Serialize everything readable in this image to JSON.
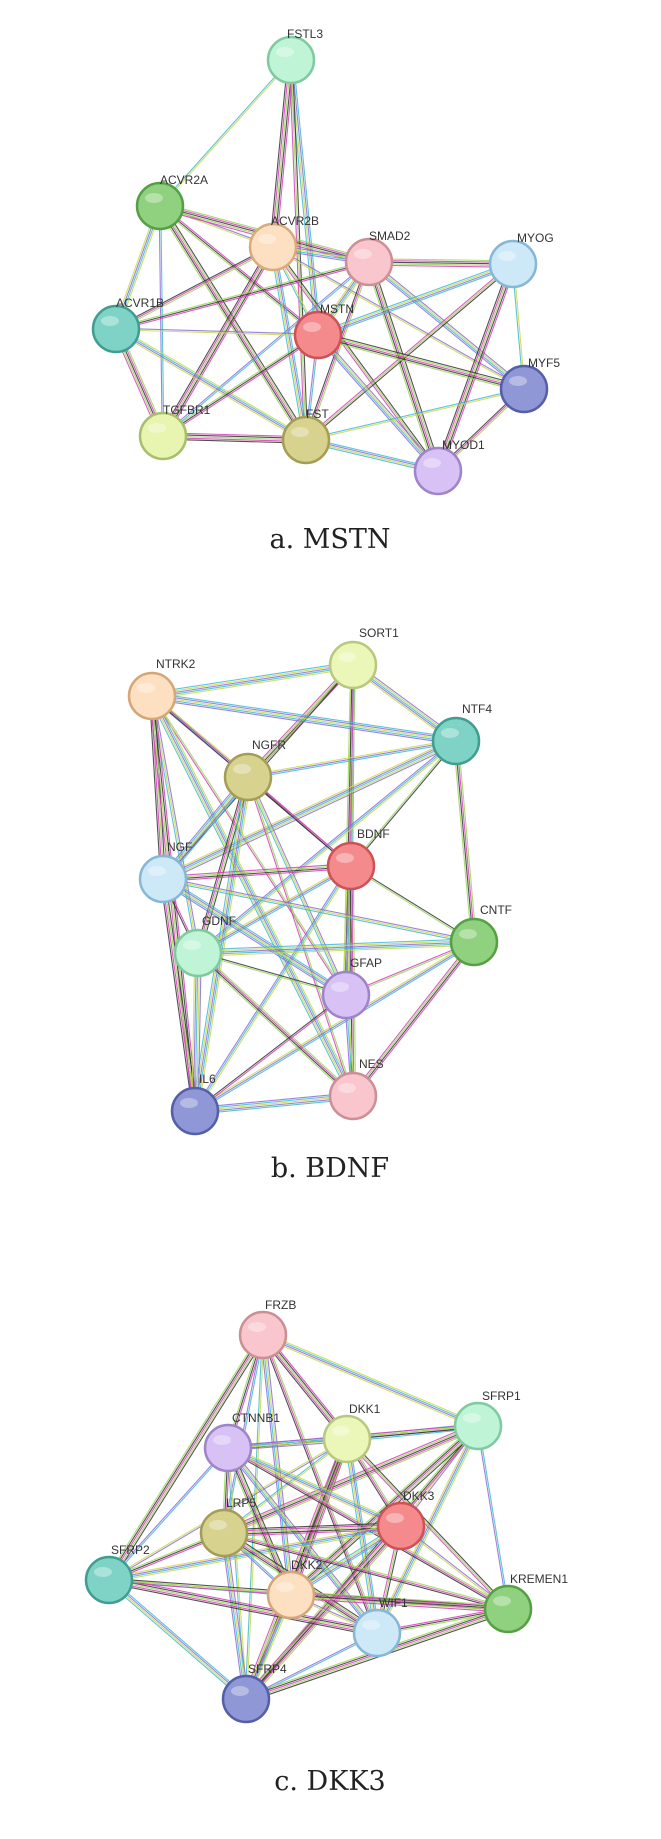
{
  "panels": [
    {
      "caption": "a. MSTN",
      "nodes": [
        {
          "id": "FSTL3",
          "label": "FSTL3",
          "color": "#bff5d6",
          "stroke": "#7fca9e"
        },
        {
          "id": "ACVR2A",
          "label": "ACVR2A",
          "color": "#8fd17f",
          "stroke": "#55a045"
        },
        {
          "id": "ACVR2B",
          "label": "ACVR2B",
          "color": "#fde0c2",
          "stroke": "#d9ab7c"
        },
        {
          "id": "SMAD2",
          "label": "SMAD2",
          "color": "#f8c6cc",
          "stroke": "#cc8f95"
        },
        {
          "id": "MYOG",
          "label": "MYOG",
          "color": "#cde9f8",
          "stroke": "#86b7d6"
        },
        {
          "id": "ACVR1B",
          "label": "ACVR1B",
          "color": "#7fd3c6",
          "stroke": "#3f9e90"
        },
        {
          "id": "MSTN",
          "label": "MSTN",
          "color": "#f58a8c",
          "stroke": "#cc5255"
        },
        {
          "id": "MYF5",
          "label": "MYF5",
          "color": "#8f97d6",
          "stroke": "#555fa8"
        },
        {
          "id": "TGFBR1",
          "label": "TGFBR1",
          "color": "#e8f5b0",
          "stroke": "#a9be6d"
        },
        {
          "id": "FST",
          "label": "FST",
          "color": "#d8d28f",
          "stroke": "#a39d55"
        },
        {
          "id": "MYOD1",
          "label": "MYOD1",
          "color": "#d8c2f5",
          "stroke": "#9e84c8"
        }
      ],
      "edges": [
        [
          "FSTL3",
          "ACVR2A"
        ],
        [
          "FSTL3",
          "ACVR2B"
        ],
        [
          "FSTL3",
          "MSTN"
        ],
        [
          "FSTL3",
          "FST"
        ],
        [
          "ACVR2A",
          "ACVR2B"
        ],
        [
          "ACVR2A",
          "SMAD2"
        ],
        [
          "ACVR2A",
          "ACVR1B"
        ],
        [
          "ACVR2A",
          "MSTN"
        ],
        [
          "ACVR2A",
          "TGFBR1"
        ],
        [
          "ACVR2A",
          "FST"
        ],
        [
          "ACVR2B",
          "SMAD2"
        ],
        [
          "ACVR2B",
          "ACVR1B"
        ],
        [
          "ACVR2B",
          "MSTN"
        ],
        [
          "ACVR2B",
          "TGFBR1"
        ],
        [
          "ACVR2B",
          "FST"
        ],
        [
          "ACVR2B",
          "MYOD1"
        ],
        [
          "ACVR2B",
          "MYF5"
        ],
        [
          "SMAD2",
          "MYOG"
        ],
        [
          "SMAD2",
          "MSTN"
        ],
        [
          "SMAD2",
          "ACVR1B"
        ],
        [
          "SMAD2",
          "TGFBR1"
        ],
        [
          "SMAD2",
          "MYOD1"
        ],
        [
          "SMAD2",
          "MYF5"
        ],
        [
          "SMAD2",
          "FST"
        ],
        [
          "MYOG",
          "MYF5"
        ],
        [
          "MYOG",
          "MYOD1"
        ],
        [
          "MYOG",
          "MSTN"
        ],
        [
          "MYOG",
          "FST"
        ],
        [
          "ACVR1B",
          "MSTN"
        ],
        [
          "ACVR1B",
          "TGFBR1"
        ],
        [
          "ACVR1B",
          "FST"
        ],
        [
          "MSTN",
          "TGFBR1"
        ],
        [
          "MSTN",
          "FST"
        ],
        [
          "MSTN",
          "MYF5"
        ],
        [
          "MSTN",
          "MYOD1"
        ],
        [
          "MYF5",
          "MYOD1"
        ],
        [
          "MYF5",
          "FST"
        ],
        [
          "TGFBR1",
          "FST"
        ],
        [
          "FST",
          "MYOD1"
        ]
      ]
    },
    {
      "caption": "b. BDNF",
      "nodes": [
        {
          "id": "SORT1",
          "label": "SORT1",
          "color": "#eaf7b8",
          "stroke": "#b8c87e"
        },
        {
          "id": "NTRK2",
          "label": "NTRK2",
          "color": "#fde0c2",
          "stroke": "#d6a678"
        },
        {
          "id": "NTF4",
          "label": "NTF4",
          "color": "#7fd3c6",
          "stroke": "#3f9e90"
        },
        {
          "id": "NGFR",
          "label": "NGFR",
          "color": "#d8d28f",
          "stroke": "#a39d55"
        },
        {
          "id": "BDNF",
          "label": "BDNF",
          "color": "#f58a8c",
          "stroke": "#cc5255"
        },
        {
          "id": "NGF",
          "label": "NGF",
          "color": "#cde9f8",
          "stroke": "#86b7d6"
        },
        {
          "id": "CNTF",
          "label": "CNTF",
          "color": "#8fd17f",
          "stroke": "#55a045"
        },
        {
          "id": "GDNF",
          "label": "GDNF",
          "color": "#bff5d6",
          "stroke": "#7fca9e"
        },
        {
          "id": "GFAP",
          "label": "GFAP",
          "color": "#d8c2f5",
          "stroke": "#9e84c8"
        },
        {
          "id": "NES",
          "label": "NES",
          "color": "#f8c6cc",
          "stroke": "#cc8f95"
        },
        {
          "id": "IL6",
          "label": "IL6",
          "color": "#8f97d6",
          "stroke": "#555fa8"
        }
      ],
      "edges": [
        [
          "SORT1",
          "NTRK2"
        ],
        [
          "SORT1",
          "NGFR"
        ],
        [
          "SORT1",
          "BDNF"
        ],
        [
          "SORT1",
          "NGF"
        ],
        [
          "SORT1",
          "NTF4"
        ],
        [
          "SORT1",
          "GFAP"
        ],
        [
          "NTRK2",
          "NGFR"
        ],
        [
          "NTRK2",
          "BDNF"
        ],
        [
          "NTRK2",
          "NTF4"
        ],
        [
          "NTRK2",
          "NGF"
        ],
        [
          "NTRK2",
          "GDNF"
        ],
        [
          "NTRK2",
          "GFAP"
        ],
        [
          "NTRK2",
          "NES"
        ],
        [
          "NTRK2",
          "IL6"
        ],
        [
          "NTF4",
          "NGFR"
        ],
        [
          "NTF4",
          "BDNF"
        ],
        [
          "NTF4",
          "NGF"
        ],
        [
          "NTF4",
          "CNTF"
        ],
        [
          "NTF4",
          "GDNF"
        ],
        [
          "NGFR",
          "BDNF"
        ],
        [
          "NGFR",
          "NGF"
        ],
        [
          "NGFR",
          "GDNF"
        ],
        [
          "NGFR",
          "GFAP"
        ],
        [
          "NGFR",
          "NES"
        ],
        [
          "NGFR",
          "IL6"
        ],
        [
          "BDNF",
          "NGF"
        ],
        [
          "BDNF",
          "GDNF"
        ],
        [
          "BDNF",
          "CNTF"
        ],
        [
          "BDNF",
          "GFAP"
        ],
        [
          "BDNF",
          "NES"
        ],
        [
          "BDNF",
          "IL6"
        ],
        [
          "NGF",
          "GDNF"
        ],
        [
          "NGF",
          "GFAP"
        ],
        [
          "NGF",
          "IL6"
        ],
        [
          "NGF",
          "CNTF"
        ],
        [
          "CNTF",
          "GFAP"
        ],
        [
          "CNTF",
          "GDNF"
        ],
        [
          "CNTF",
          "NES"
        ],
        [
          "CNTF",
          "IL6"
        ],
        [
          "GDNF",
          "GFAP"
        ],
        [
          "GDNF",
          "IL6"
        ],
        [
          "GDNF",
          "NES"
        ],
        [
          "GFAP",
          "NES"
        ],
        [
          "GFAP",
          "IL6"
        ],
        [
          "NES",
          "IL6"
        ]
      ]
    },
    {
      "caption": "c. DKK3",
      "nodes": [
        {
          "id": "FRZB",
          "label": "FRZB",
          "color": "#f8c6cc",
          "stroke": "#cc8f95"
        },
        {
          "id": "SFRP1",
          "label": "SFRP1",
          "color": "#bff5d6",
          "stroke": "#7fca9e"
        },
        {
          "id": "DKK1",
          "label": "DKK1",
          "color": "#eaf7b8",
          "stroke": "#b8c87e"
        },
        {
          "id": "CTNNB1",
          "label": "CTNNB1",
          "color": "#d8c2f5",
          "stroke": "#9e84c8"
        },
        {
          "id": "DKK3",
          "label": "DKK3",
          "color": "#f58a8c",
          "stroke": "#cc5255"
        },
        {
          "id": "LRP5",
          "label": "LRP5",
          "color": "#d8d28f",
          "stroke": "#a39d55"
        },
        {
          "id": "SFRP2",
          "label": "SFRP2",
          "color": "#7fd3c6",
          "stroke": "#3f9e90"
        },
        {
          "id": "DKK2",
          "label": "DKK2",
          "color": "#fde0c2",
          "stroke": "#d6a678"
        },
        {
          "id": "KREMEN1",
          "label": "KREMEN1",
          "color": "#8fd17f",
          "stroke": "#55a045"
        },
        {
          "id": "WIF1",
          "label": "WIF1",
          "color": "#cde9f8",
          "stroke": "#86b7d6"
        },
        {
          "id": "SFRP4",
          "label": "SFRP4",
          "color": "#8f97d6",
          "stroke": "#555fa8"
        }
      ],
      "edges": [
        [
          "FRZB",
          "SFRP1"
        ],
        [
          "FRZB",
          "CTNNB1"
        ],
        [
          "FRZB",
          "LRP5"
        ],
        [
          "FRZB",
          "SFRP2"
        ],
        [
          "FRZB",
          "DKK2"
        ],
        [
          "FRZB",
          "WIF1"
        ],
        [
          "FRZB",
          "SFRP4"
        ],
        [
          "FRZB",
          "DKK1"
        ],
        [
          "SFRP1",
          "DKK1"
        ],
        [
          "SFRP1",
          "CTNNB1"
        ],
        [
          "SFRP1",
          "DKK3"
        ],
        [
          "SFRP1",
          "LRP5"
        ],
        [
          "SFRP1",
          "WIF1"
        ],
        [
          "SFRP1",
          "SFRP4"
        ],
        [
          "SFRP1",
          "KREMEN1"
        ],
        [
          "SFRP1",
          "DKK2"
        ],
        [
          "DKK1",
          "CTNNB1"
        ],
        [
          "DKK1",
          "DKK3"
        ],
        [
          "DKK1",
          "LRP5"
        ],
        [
          "DKK1",
          "DKK2"
        ],
        [
          "DKK1",
          "WIF1"
        ],
        [
          "DKK1",
          "KREMEN1"
        ],
        [
          "DKK1",
          "SFRP2"
        ],
        [
          "DKK1",
          "SFRP4"
        ],
        [
          "CTNNB1",
          "DKK3"
        ],
        [
          "CTNNB1",
          "LRP5"
        ],
        [
          "CTNNB1",
          "SFRP2"
        ],
        [
          "CTNNB1",
          "DKK2"
        ],
        [
          "CTNNB1",
          "WIF1"
        ],
        [
          "CTNNB1",
          "KREMEN1"
        ],
        [
          "CTNNB1",
          "SFRP4"
        ],
        [
          "DKK3",
          "LRP5"
        ],
        [
          "DKK3",
          "DKK2"
        ],
        [
          "DKK3",
          "WIF1"
        ],
        [
          "DKK3",
          "KREMEN1"
        ],
        [
          "DKK3",
          "SFRP4"
        ],
        [
          "DKK3",
          "SFRP2"
        ],
        [
          "LRP5",
          "SFRP2"
        ],
        [
          "LRP5",
          "DKK2"
        ],
        [
          "LRP5",
          "WIF1"
        ],
        [
          "LRP5",
          "SFRP4"
        ],
        [
          "LRP5",
          "KREMEN1"
        ],
        [
          "SFRP2",
          "DKK2"
        ],
        [
          "SFRP2",
          "WIF1"
        ],
        [
          "SFRP2",
          "SFRP4"
        ],
        [
          "SFRP2",
          "KREMEN1"
        ],
        [
          "DKK2",
          "WIF1"
        ],
        [
          "DKK2",
          "KREMEN1"
        ],
        [
          "DKK2",
          "SFRP4"
        ],
        [
          "WIF1",
          "KREMEN1"
        ],
        [
          "WIF1",
          "SFRP4"
        ],
        [
          "KREMEN1",
          "SFRP4"
        ]
      ]
    }
  ],
  "edge_colors": [
    "#c8d94a",
    "#d43fb8",
    "#3fb8d4",
    "#333333",
    "#8a6cd8",
    "#9ad45a"
  ]
}
